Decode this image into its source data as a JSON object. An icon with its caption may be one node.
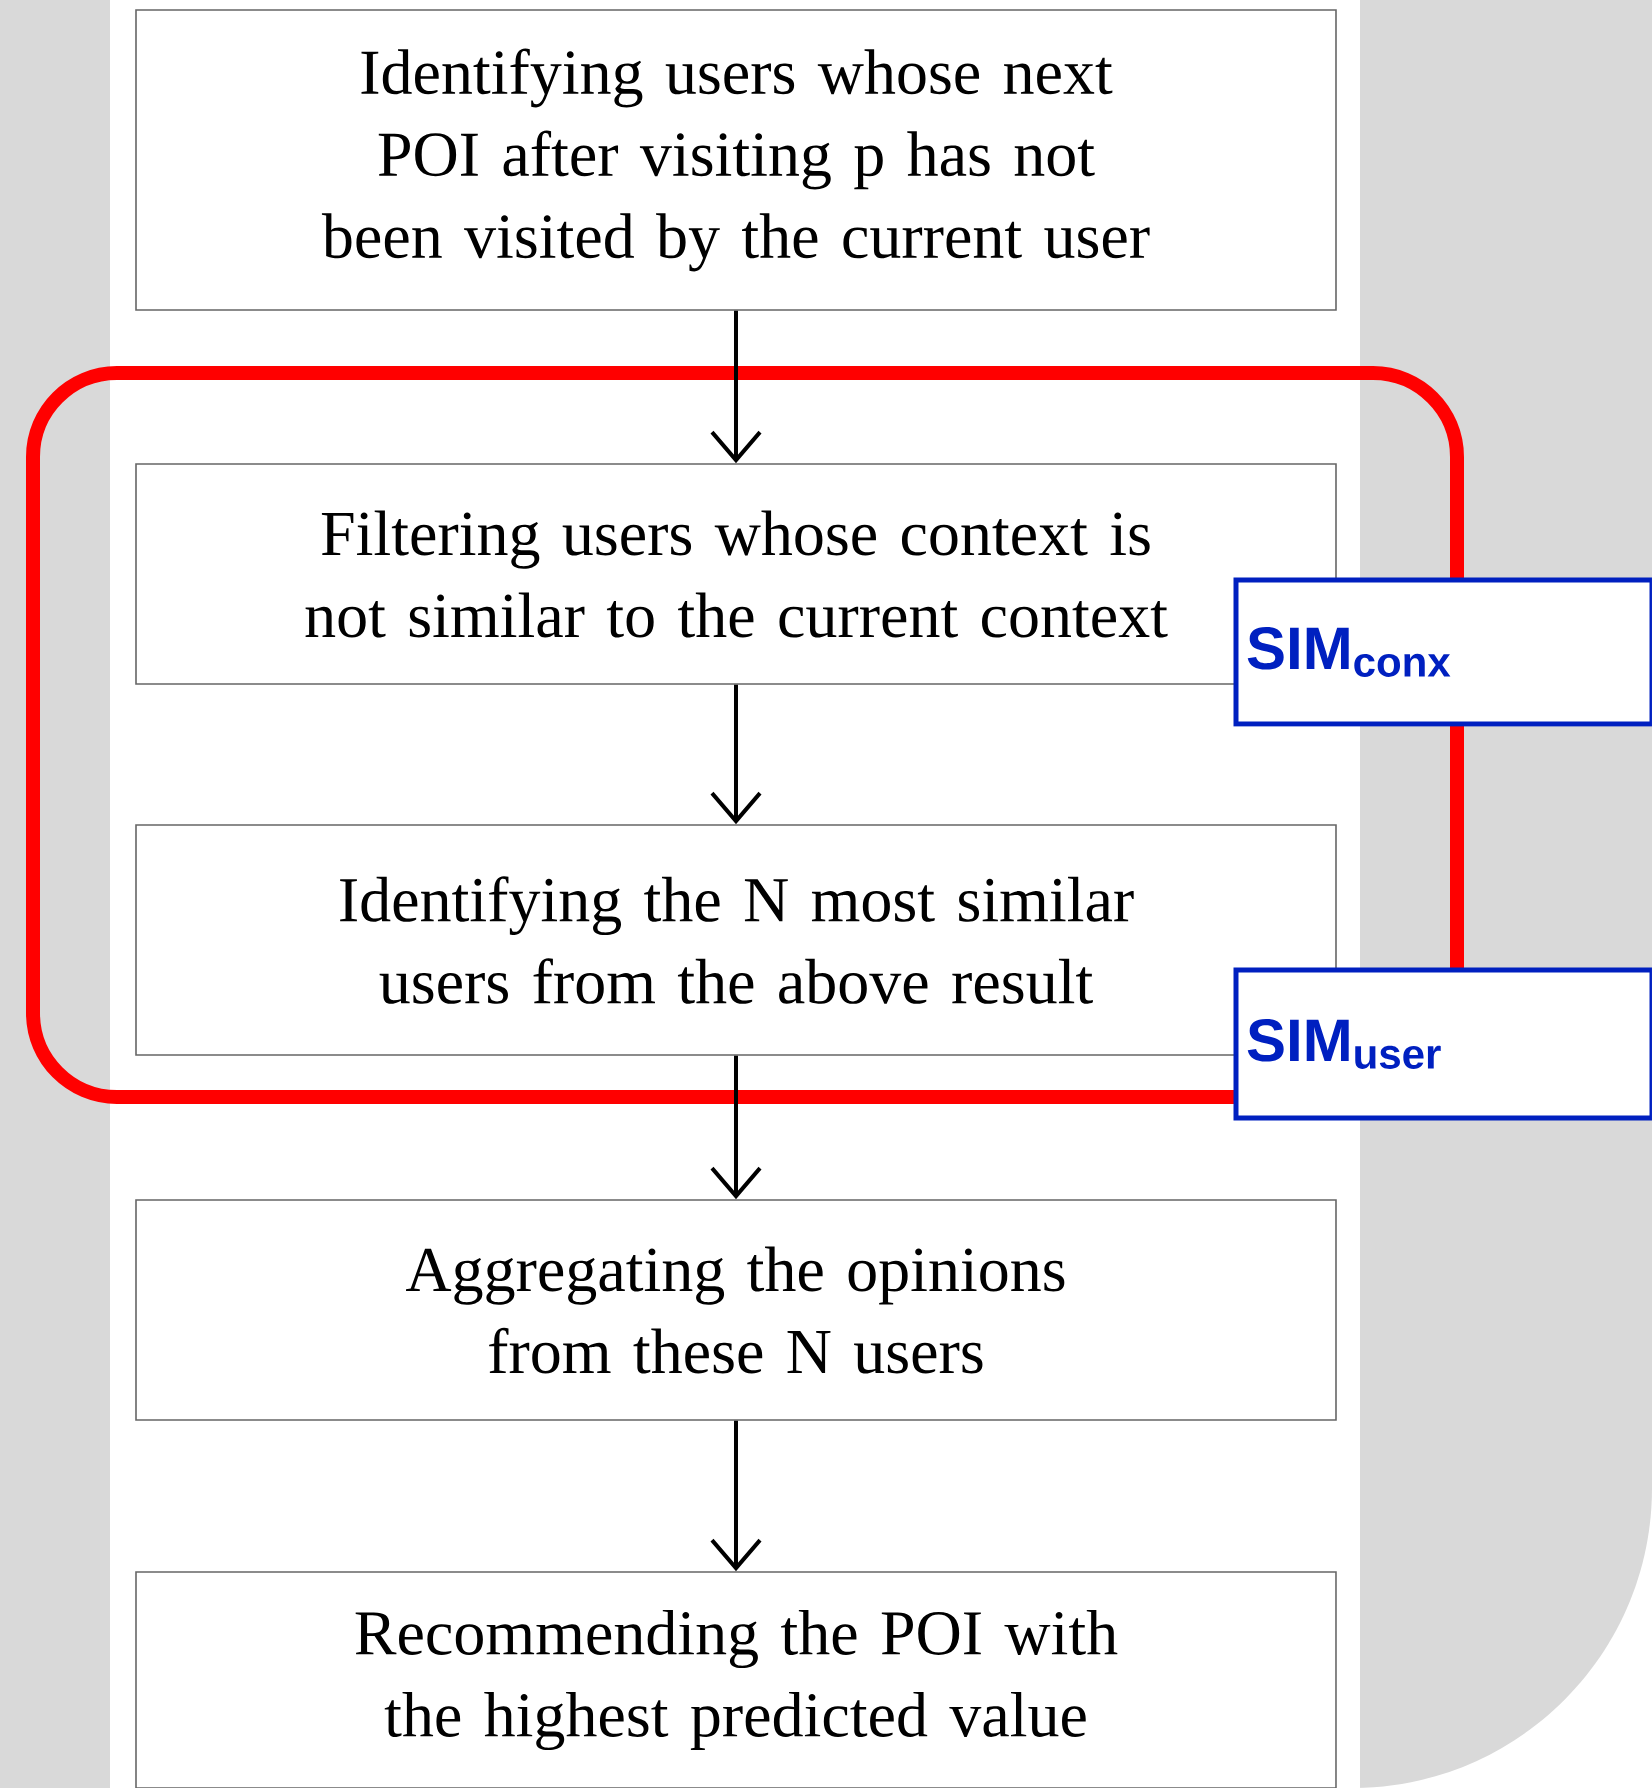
{
  "diagram": {
    "nodes": [
      {
        "text": [
          "Identifying users whose next POI after visiting p has not been visited by the current user"
        ]
      },
      {
        "text": [],
        "shape": "box"
      },
      {
        "text": [
          "Filtering users whose context is not similar to the current context"
        ],
        "in": 1
      },
      {
        "text": [
          "Identifying the N most similar users from the above result"
        ],
        "in": 1
      },
      {
        "text": [
          "Aggregating the opinions from these N users"
        ]
      },
      {
        "text": [
          "Recommending the POI with the highest predicted value"
        ]
      },
      {
        "text": [
          "SIM$_{conx}$"
        ]
      },
      {
        "text": [
          "SIM$_{user}$"
        ]
      }
    ],
    "edges": [
      {
        "from": 0,
        "to": 2,
        "arrow": "to"
      },
      {
        "from": 2,
        "to": 3,
        "arrow": "to"
      },
      {
        "from": 3,
        "to": 4,
        "arrow": "to"
      },
      {
        "from": 4,
        "to": 5,
        "arrow": "to"
      }
    ]
  }
}
